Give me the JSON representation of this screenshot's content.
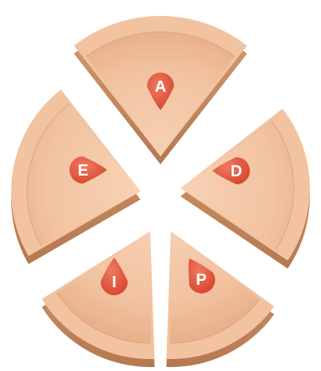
{
  "colors": {
    "slice_top": "#f2c3a1",
    "slice_center": "#f8d5ba",
    "slice_rim_light": "#f6ceb0",
    "slice_side": "#c98c61",
    "slice_side_dark": "#b5784f",
    "marker": "#e0513a",
    "marker_highlight": "#ee7a60",
    "letter": "#ffffff"
  },
  "slices": [
    {
      "id": "A",
      "label": "A"
    },
    {
      "id": "D",
      "label": "D"
    },
    {
      "id": "P",
      "label": "P"
    },
    {
      "id": "I",
      "label": "I"
    },
    {
      "id": "E",
      "label": "E"
    }
  ]
}
